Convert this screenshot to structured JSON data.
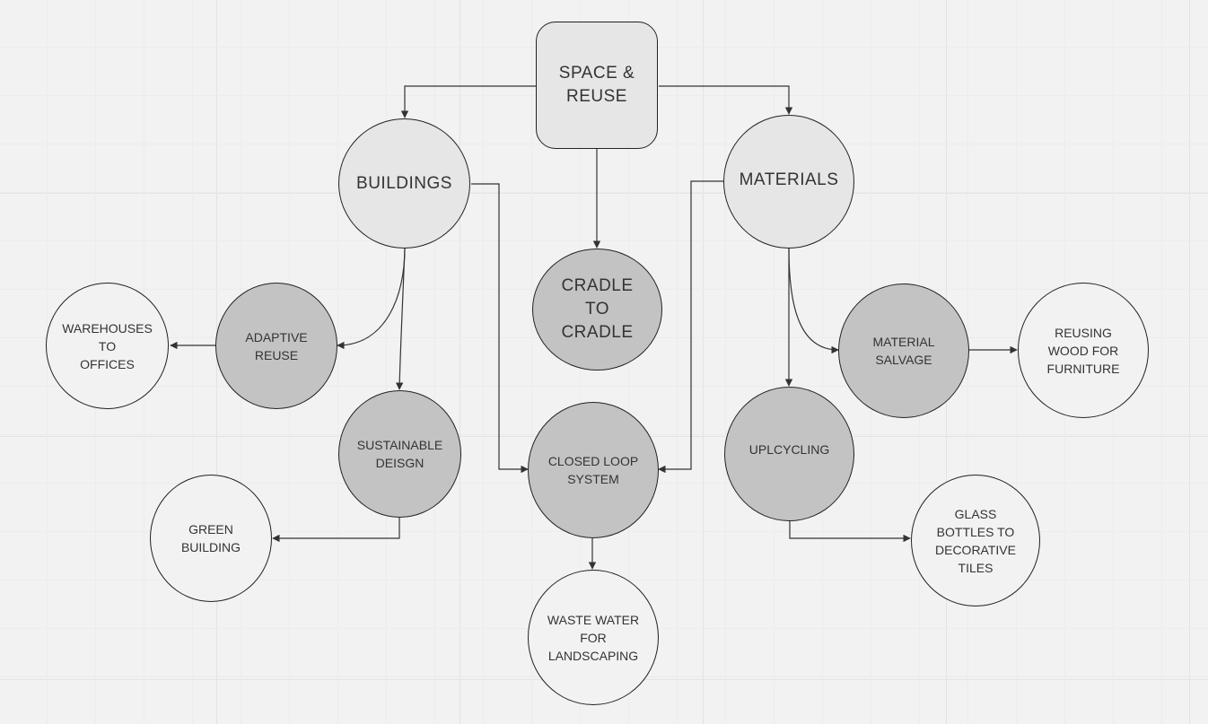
{
  "diagram": {
    "root": {
      "label": "SPACE &\nREUSE"
    },
    "buildings": {
      "label": "BUILDINGS"
    },
    "materials": {
      "label": "MATERIALS"
    },
    "cradle": {
      "label": "CRADLE\nTO\nCRADLE"
    },
    "adaptive_reuse": {
      "label": "ADAPTIVE\nREUSE"
    },
    "warehouses": {
      "label": "WAREHOUSES\nTO\nOFFICES"
    },
    "sustainable_design": {
      "label": "SUSTAINABLE\nDEISGN"
    },
    "green_building": {
      "label": "GREEN\nBUILDING"
    },
    "closed_loop": {
      "label": "CLOSED LOOP\nSYSTEM"
    },
    "waste_water": {
      "label": "WASTE WATER\nFOR\nLANDSCAPING"
    },
    "material_salvage": {
      "label": "MATERIAL\nSALVAGE"
    },
    "reusing_wood": {
      "label": "REUSING\nWOOD FOR\nFURNITURE"
    },
    "upcycling": {
      "label": "UPLCYCLING"
    },
    "glass_bottles": {
      "label": "GLASS\nBOTTLES TO\nDECORATIVE\nTILES"
    }
  }
}
